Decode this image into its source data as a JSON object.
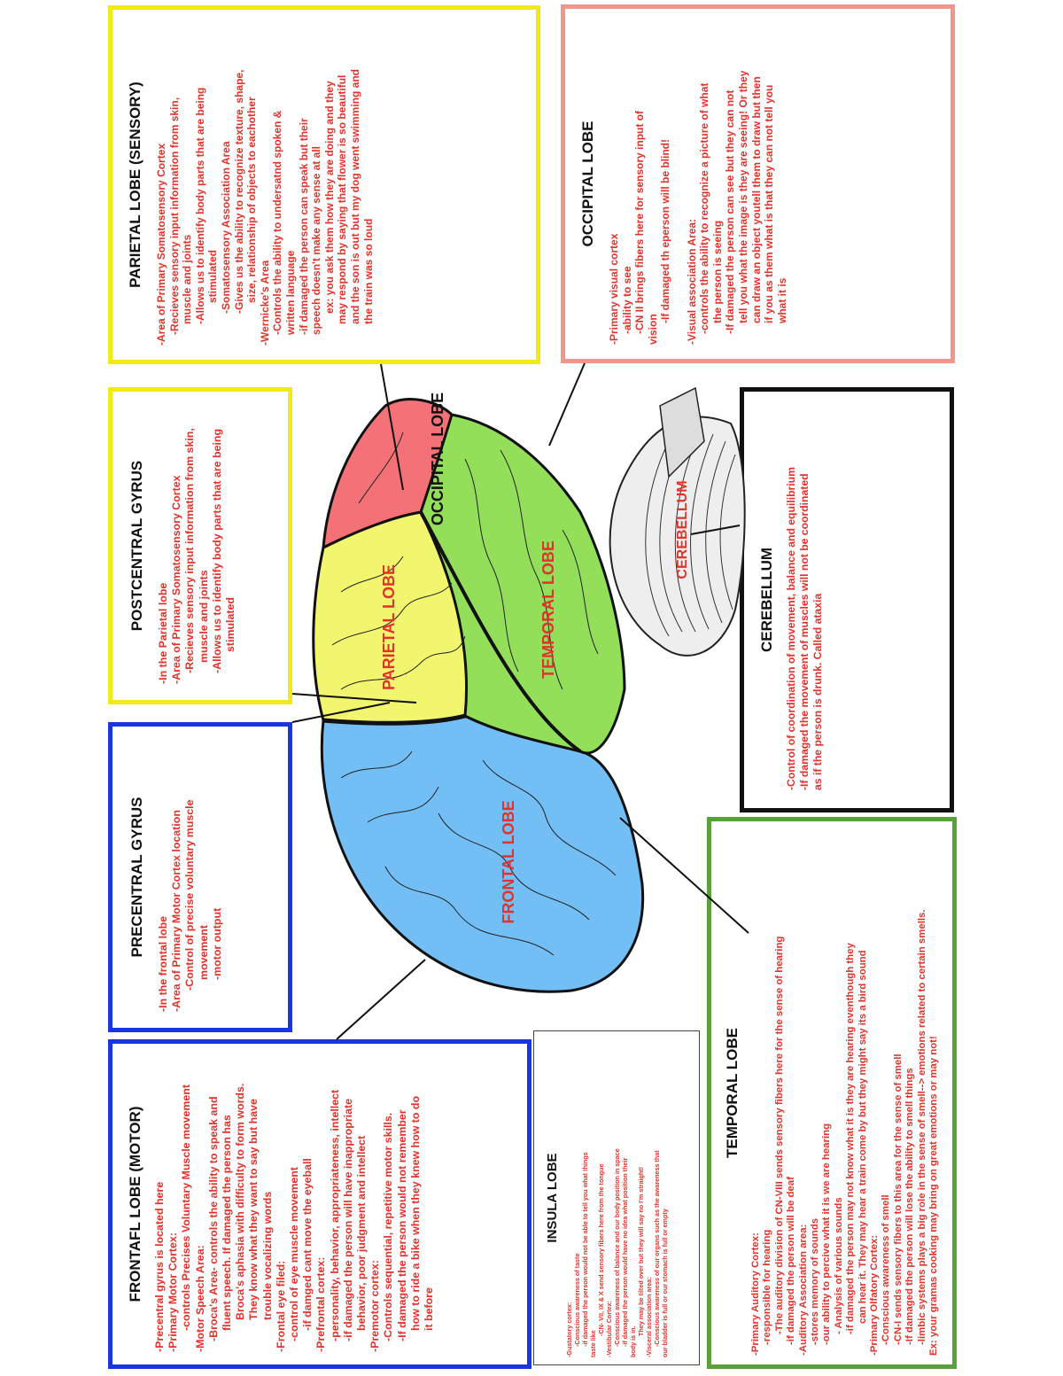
{
  "colors": {
    "frontal": "#73bff5",
    "parietal": "#f2f56e",
    "temporal": "#93df5a",
    "occipital": "#f47277",
    "cerebellum": "#eeeeee",
    "label_red": "#e0332b",
    "border_blue": "#1735e0",
    "border_yellow": "#f0ea19",
    "border_salmon": "#f0968c",
    "border_green": "#58a23c",
    "border_black": "#111111"
  },
  "diagram_labels": {
    "frontal": "FRONTAL LOBE",
    "parietal": "PARIETAL LOBE",
    "temporal": "TEMPORAL LOBE",
    "occipital": "OCCIPITAL LOBE",
    "cerebellum": "CEREBELLUM"
  },
  "boxes": {
    "frontal": {
      "title": "FRONTAFL LOBE (MOTOR)",
      "lines": [
        "-Precentral gyrus is located here",
        "-Primary Motor Cortex:",
        "-controls Precises Voluntary Muscle movement",
        "-Motor Speech Area:",
        "-Broca's Area- controls the ability to speak and",
        "fluent speech. If damaged the person has",
        "Broca's aphasia with difficulty to form words.",
        "They know what they want to say but have",
        "trouble vocalizing words",
        "-Frontal eye filed:",
        "-control of eye muscle movement",
        "-if damged cant move the eyeball",
        "-Prefrontal cortex:",
        "-personality, behavior, appropriateness, intellect",
        "-if damaged the person will have inappropriate",
        "behavior, poor judgment and intellect",
        "-Premotor cortex:",
        "-Controls sequential, repetitive motor skills.",
        "-If damaged the person would not remember",
        "how to ride a bike when they knew how to do",
        "it before"
      ]
    },
    "precentral": {
      "title": "PRECENTRAL GYRUS",
      "lines": [
        "-In the frontal lobe",
        "-Area of Primary Motor Cortex location",
        "-Control of precise voluntary muscle",
        "movement",
        "-motor output"
      ]
    },
    "postcentral": {
      "title": "POSTCENTRAL GYRUS",
      "lines": [
        "-In the Parietal lobe",
        "-Area of Primary Somatosensory Cortex",
        "-Recieves sensory input information from skin,",
        "muscle and joints",
        "-Allows us to identify body parts that are being",
        "stimulated"
      ]
    },
    "parietal": {
      "title": "PARIETAL LOBE (SENSORY)",
      "lines": [
        "-Area of Primary Somatosensory Cortex",
        "-Recieves sensory input information from skin,",
        "muscle and joints",
        "-Allows us to identify body parts that are being",
        "stimulated",
        "-Somatosensory Association Area",
        "-Gives us the ability to recognize texture, shape,",
        "size, relationship of objects to eachother",
        "-Wernicke's Area",
        "-Controls the ability to undersatnd spoken &",
        "written language",
        "-if damaged the person can speak but their",
        "speech doesn't make any sense at all",
        "ex: you ask them how they are doing and they",
        "may respond by saying that flower is so beautiful",
        "and the son is out but my dog went swimming and",
        "the train was so loud"
      ]
    },
    "occipital": {
      "title": "OCCIPITAL LOBE",
      "lines": [
        "-Primary visual cortex",
        "-ability to see",
        "-CN II brings fibers here for sensory input of",
        "vision",
        "-If damaged th eperson will be blind!",
        "",
        "-Visual association Area:",
        "-controls the ability to recognize a picture of what",
        "the person is seeing",
        "-If damaged the person can see but they can not",
        "tell you what the image is they are seeing! Or they",
        "can draw an object youtell them to draw but then",
        "if you as them what is that they can not tell you",
        "what it is"
      ]
    },
    "cerebellum": {
      "title": "CEREBELLUM",
      "lines": [
        "-Control of coordination of movement, balance and equilibrium",
        "-If damaged the movement of muscles will not be coordinated",
        "as if the person is drunk. Called ataxia"
      ]
    },
    "temporal": {
      "title": "TEMPORAL LOBE",
      "lines": [
        "-Primary Auditory Cortex:",
        "-responsible for hearing",
        "-The auditory division of CN-VIII sends sensory fibers here for the sense of hearing",
        "-if damaged the person will be deaf",
        "-Auditory Association area:",
        "-stores memory of sounds",
        "-our ability to percive what it is we are hearing",
        "- Analysis of various sounds",
        "-if damaged the person may not know what it is they are hearing eventhough they",
        "can hear it. They may hear a train come by but they might say its a bird sound",
        "-Primary Olfatory Cortex:",
        "-Conscious awareness of smell",
        "-CN-I sends sensory fibers to this area for the sense of smell",
        "-If damaged the person will lose the ability to smell things",
        "-limbic systems plays a big role in the sense of smell--> emotions related to certain smells.",
        "Ex: your gramas cooking may bring on great emotions or may not!"
      ]
    },
    "insula": {
      "title": "INSULA LOBE",
      "lines": [
        "-Gustatory cortex:",
        "-Conscious awareness of taste",
        "-if damaged the person would not be able to tell you what things",
        "taste like",
        "-CN- VII, IX & X send sensory fibers here from the tongue",
        "-Vestibular Cortex:",
        "-Conscious awareness of balance and our body position in space",
        "-if damaged the person would have no idea what position their",
        "body is in.",
        "They may be tilted over but they will say no I'm straight!",
        "-Visceral association area:",
        "-Conscious awareness of our organs such as the awareness that",
        "our bladder is full or our stomach is full or empty"
      ]
    }
  }
}
